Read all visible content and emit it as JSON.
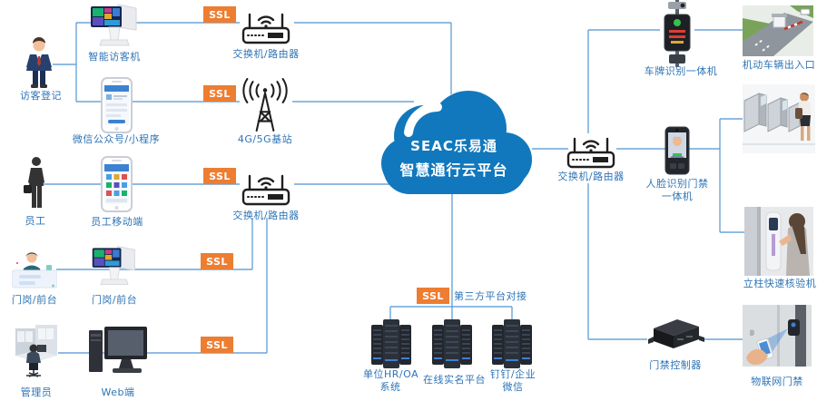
{
  "colors": {
    "connector_line": "#5b9bd5",
    "label_text": "#2e74b5",
    "ssl_badge_bg": "#ed7d31",
    "ssl_badge_text": "#ffffff",
    "cloud_fill": "#1178bd"
  },
  "cloud": {
    "line1": "SEAC乐易通",
    "line2": "智慧通行云平台"
  },
  "ssl": "SSL",
  "labels": {
    "visitor": "访客登记",
    "smart_visitor": "智能访客机",
    "router_top": "交换机/路由器",
    "wechat": "微信公众号/小程序",
    "base_station": "4G/5G基站",
    "employee": "员工",
    "employee_mobile": "员工移动端",
    "router_left": "交换机/路由器",
    "guard_desk": "门岗/前台",
    "guard_pos": "门岗/前台",
    "admin": "管理员",
    "web": "Web端",
    "third_party": "第三方平台对接",
    "server_hr": "单位HR/OA\n系统",
    "server_realname": "在线实名平台",
    "server_dingtalk": "钉钉/企业\n微信",
    "router_right": "交换机/路由器",
    "plate_machine": "车牌识别一体机",
    "vehicle_gate": "机动车辆出入口",
    "face_machine": "人脸识别门禁\n一体机",
    "pillar_machine": "立柱快速核验机",
    "door_controller": "门禁控制器",
    "iot_door": "物联网门禁"
  }
}
